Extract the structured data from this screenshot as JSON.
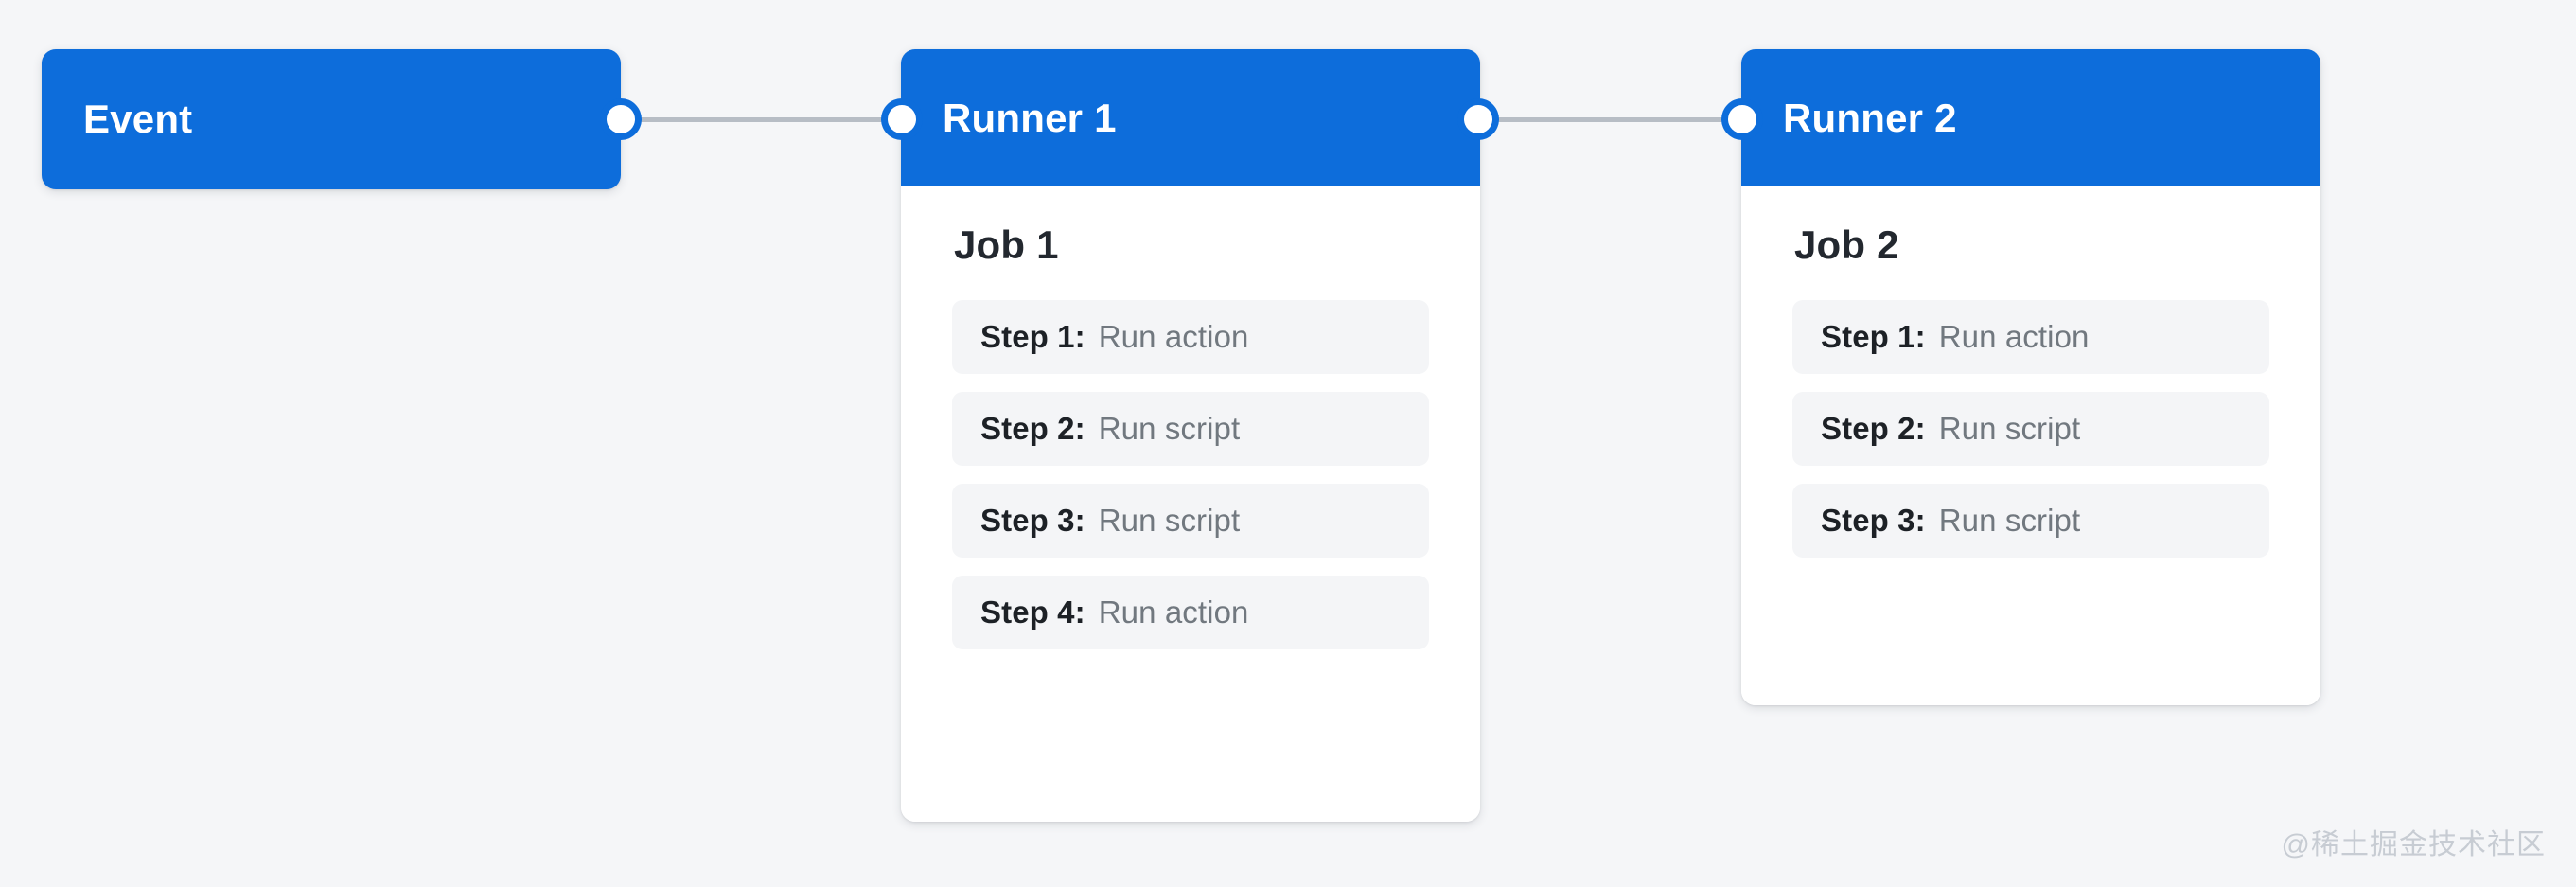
{
  "colors": {
    "background": "#f5f6f8",
    "accent_blue": "#0d6ddb",
    "card_white": "#ffffff",
    "connector_gray": "#b7bdc5",
    "chip_gray": "#f4f5f7",
    "title_dark": "#23282f",
    "step_value_gray": "#71787f",
    "watermark_gray": "#c7ccd3"
  },
  "diagram": {
    "type": "flow",
    "nodes": [
      {
        "id": "event",
        "kind": "event",
        "title": "Event"
      },
      {
        "id": "runner1",
        "kind": "runner",
        "title": "Runner 1",
        "job_title": "Job 1",
        "steps": [
          {
            "label": "Step 1:",
            "value": "Run action"
          },
          {
            "label": "Step 2:",
            "value": "Run script"
          },
          {
            "label": "Step 3:",
            "value": "Run script"
          },
          {
            "label": "Step 4:",
            "value": "Run action"
          }
        ]
      },
      {
        "id": "runner2",
        "kind": "runner",
        "title": "Runner 2",
        "job_title": "Job 2",
        "steps": [
          {
            "label": "Step 1:",
            "value": "Run action"
          },
          {
            "label": "Step 2:",
            "value": "Run script"
          },
          {
            "label": "Step 3:",
            "value": "Run script"
          }
        ]
      }
    ],
    "edges": [
      {
        "id": "event-runner1",
        "from": "event",
        "to": "runner1"
      },
      {
        "id": "runner1-runner2",
        "from": "runner1",
        "to": "runner2"
      }
    ]
  },
  "watermark": {
    "text": "@稀土掘金技术社区"
  }
}
